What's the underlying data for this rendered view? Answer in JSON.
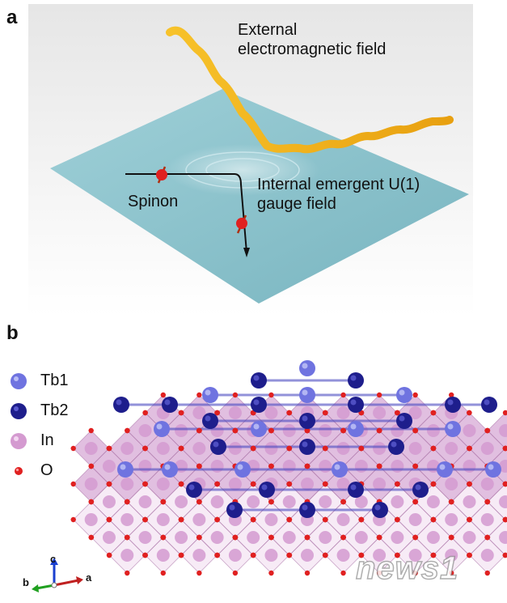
{
  "panel_a": {
    "letter": "a",
    "external_field_label": "External\nelectromagnetic field",
    "internal_field_label": "Internal emergent U(1)\ngauge field",
    "spinon_label": "Spinon"
  },
  "panel_b": {
    "letter": "b",
    "legend": [
      {
        "name": "Tb1",
        "color": "#6f73e0"
      },
      {
        "name": "Tb2",
        "color": "#1e1e8c"
      },
      {
        "name": "In",
        "color": "#d49ad0"
      },
      {
        "name": "O",
        "color": "#e02020"
      }
    ],
    "axes": {
      "c": "c",
      "b": "b",
      "a": "a"
    }
  },
  "watermark": "news1",
  "colors": {
    "plane": "#8ec3cc",
    "wave": "#f4b41a",
    "tb1": "#6f73e0",
    "tb2": "#1e1e8c",
    "in": "#d49ad0",
    "o": "#e02020"
  }
}
